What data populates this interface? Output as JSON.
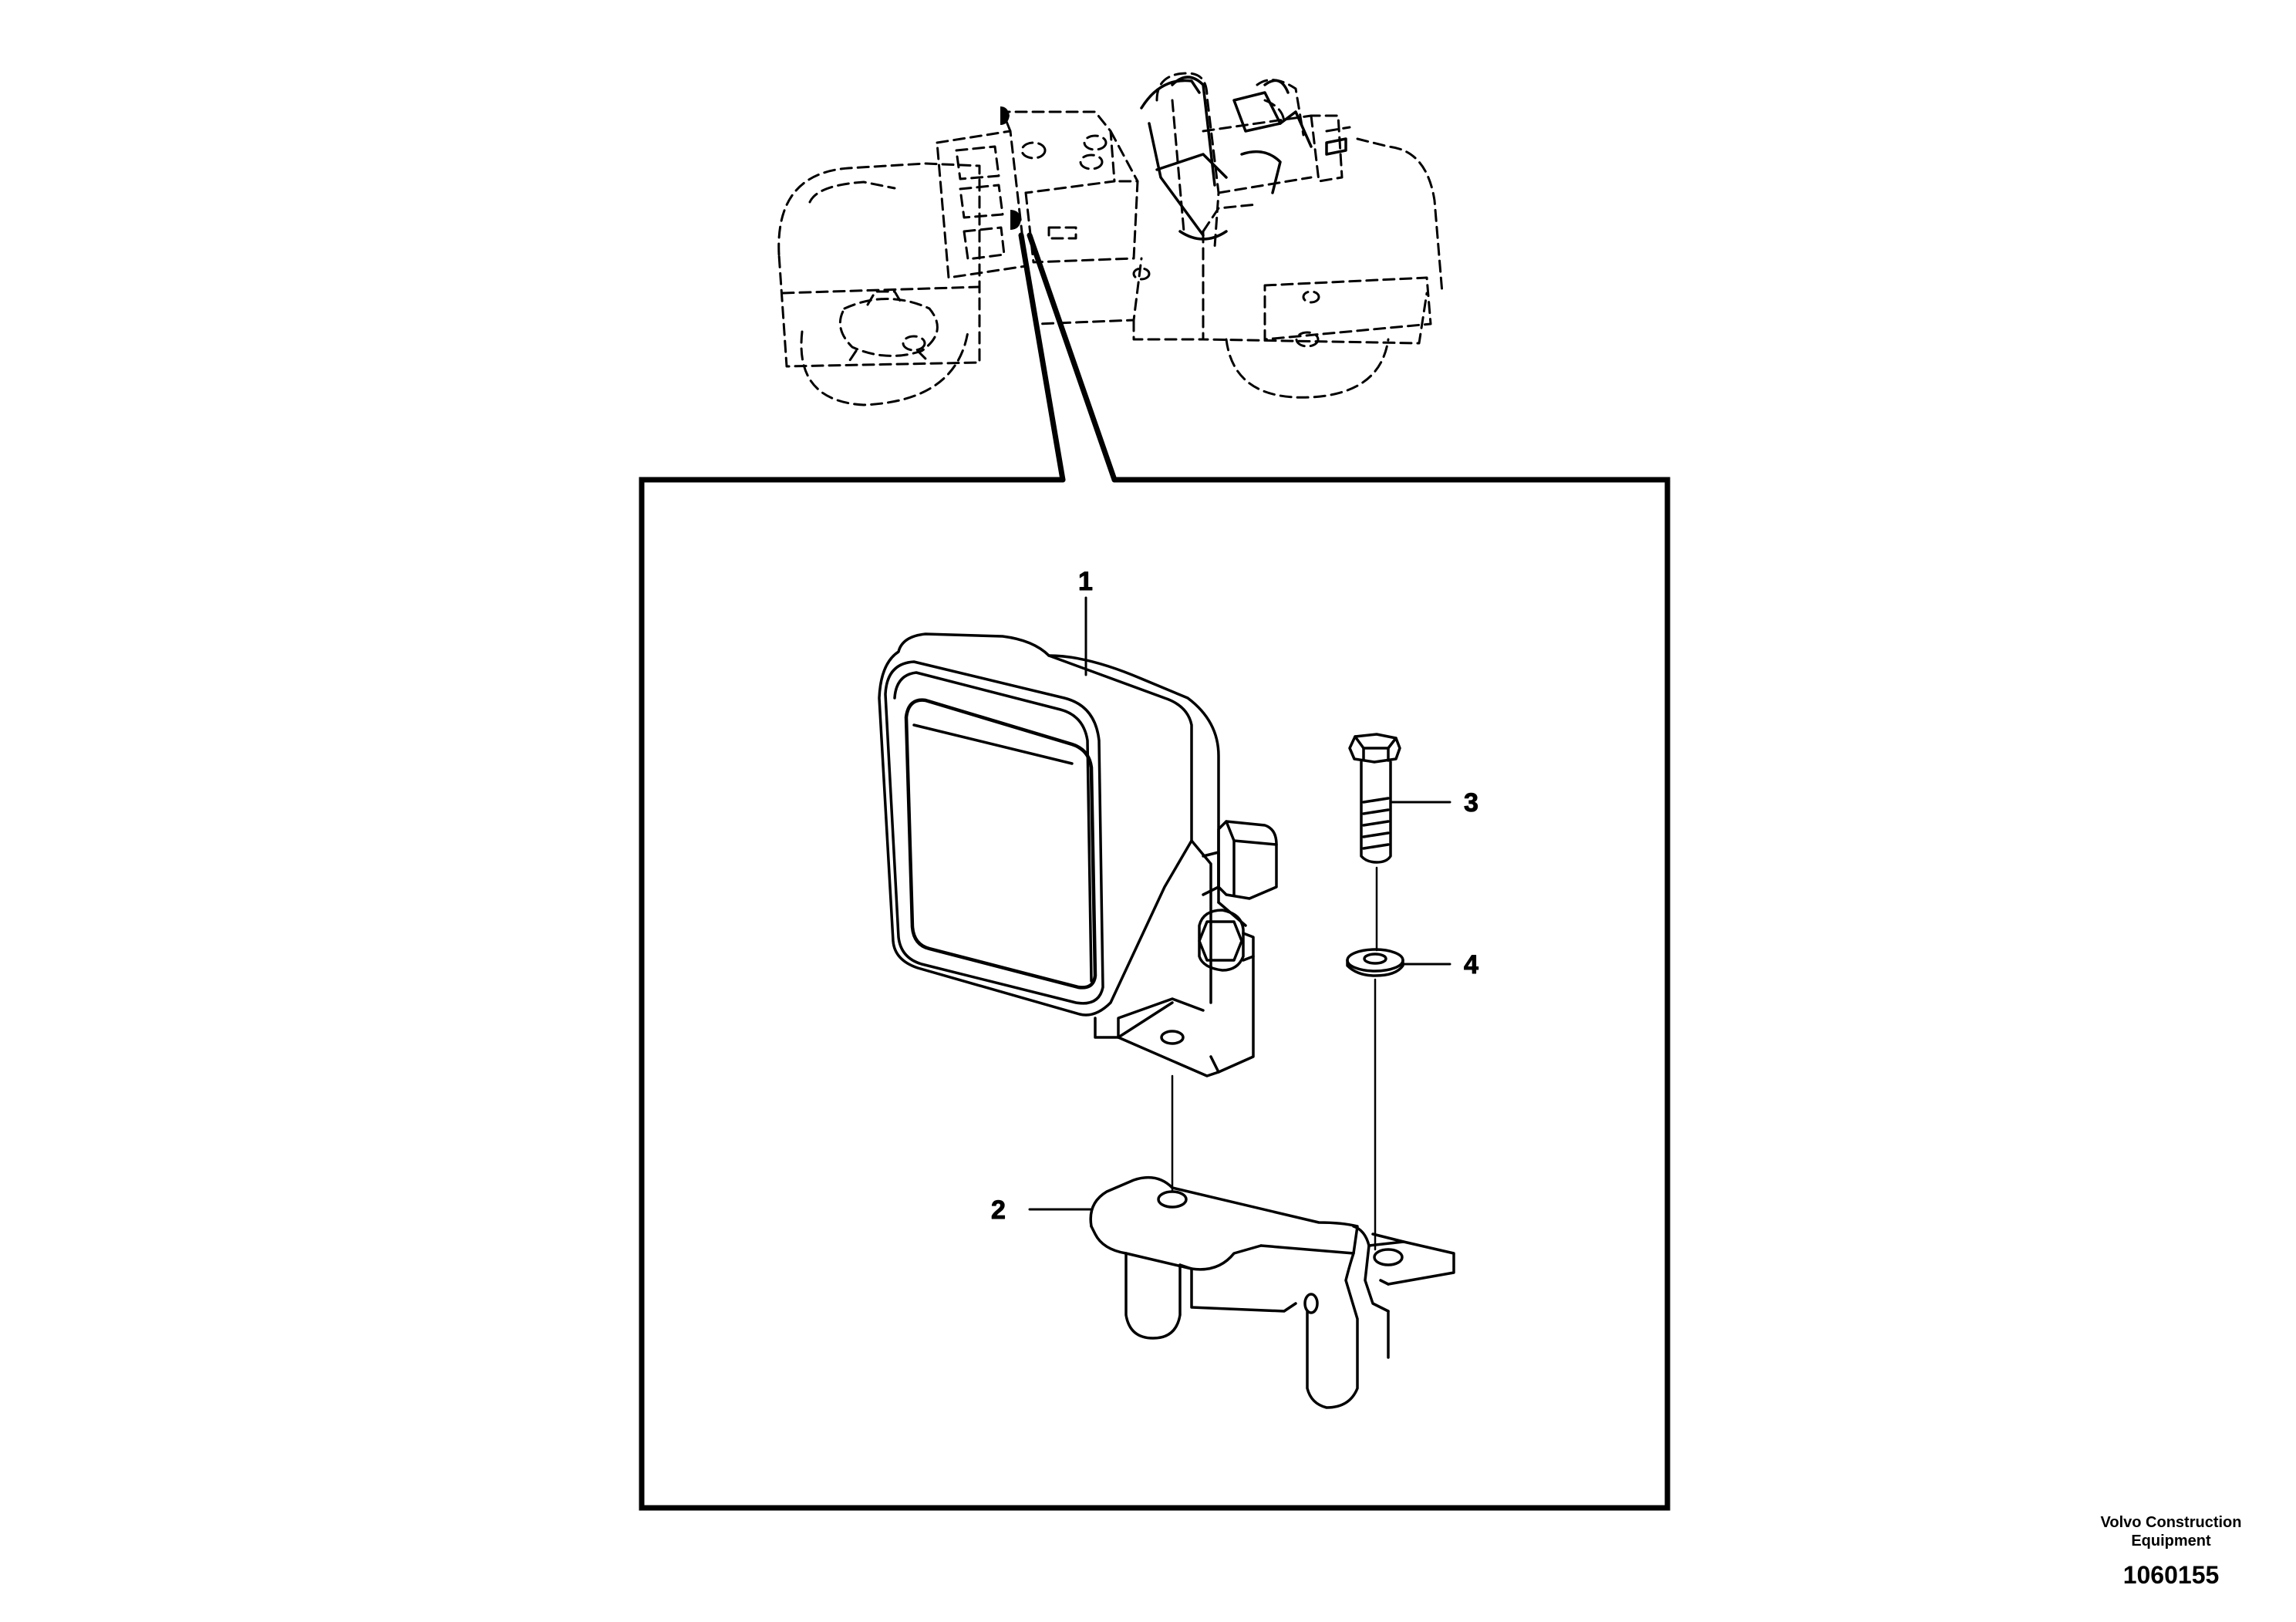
{
  "callouts": [
    {
      "id": "1",
      "part": "work lamp"
    },
    {
      "id": "2",
      "part": "bracket"
    },
    {
      "id": "3",
      "part": "screw"
    },
    {
      "id": "4",
      "part": "washer"
    }
  ],
  "publisher": "Volvo Construction Equipment",
  "doc_number": "1060155",
  "colors": {
    "line": "#000000",
    "background": "#ffffff"
  }
}
